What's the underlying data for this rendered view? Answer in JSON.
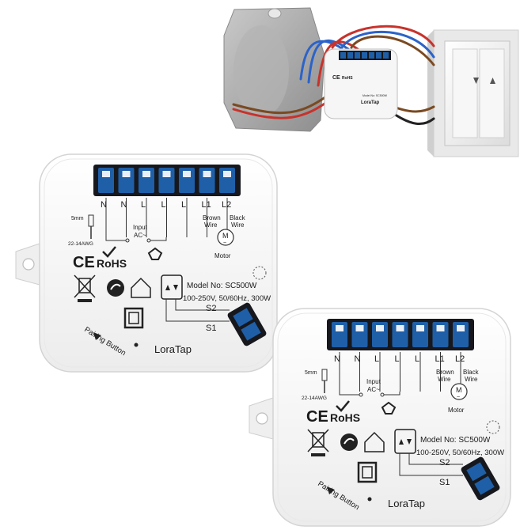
{
  "module": {
    "terminals": [
      "N",
      "N",
      "L",
      "L",
      "L",
      "L1",
      "L2"
    ],
    "wire_gauge_top": "5mm",
    "wire_gauge_bottom": "22-14AWG",
    "input_label_1": "Input",
    "input_label_2": "AC~",
    "brown_wire_1": "Brown",
    "brown_wire_2": "Wire",
    "black_wire_1": "Black",
    "black_wire_2": "Wire",
    "motor_symbol": "M",
    "motor_tilde": "~",
    "motor_label": "Motor",
    "ce_mark": "CE",
    "rohs_mark": "RoHS",
    "model_no": "Model No: SC500W",
    "spec": "100-250V, 50/60Hz, 300W",
    "s2_label": "S2",
    "s1_label": "S1",
    "pairing_label": "Pairing Button",
    "brand": "LoraTap"
  },
  "colors": {
    "housing": "#f4f4f4",
    "terminal_blue": "#1f5fa8",
    "terminal_dark": "#16181d",
    "wire_red": "#c8322b",
    "wire_blue": "#2c63c8",
    "wire_brown": "#7a4a22",
    "wire_black": "#222222",
    "box_gray": "#9a9a9a",
    "plate": "#f2f2f2"
  }
}
